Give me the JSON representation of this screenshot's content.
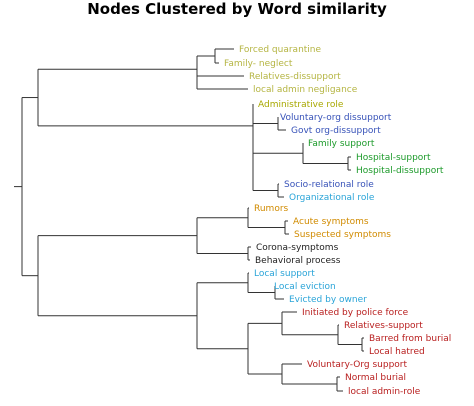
{
  "title": "Nodes Clustered by Word similarity",
  "colors": {
    "olive": "#b5b543",
    "gold": "#a8a800",
    "blue": "#3752b8",
    "green": "#1c9a2a",
    "cyan": "#2aa4d8",
    "orange": "#d18b00",
    "black": "#222222",
    "red": "#b81e1e"
  },
  "leaves": [
    {
      "label": "Forced quarantine",
      "color": "olive"
    },
    {
      "label": "Family- neglect",
      "color": "olive"
    },
    {
      "label": "Relatives-dissupport",
      "color": "olive"
    },
    {
      "label": "local admin negligance",
      "color": "olive"
    },
    {
      "label": "Administrative role",
      "color": "gold"
    },
    {
      "label": "Voluntary-org dissupport",
      "color": "blue"
    },
    {
      "label": "Govt org-dissupport",
      "color": "blue"
    },
    {
      "label": "Family support",
      "color": "green"
    },
    {
      "label": "Hospital-support",
      "color": "green"
    },
    {
      "label": "Hospital-dissupport",
      "color": "green"
    },
    {
      "label": "Socio-relational role",
      "color": "blue"
    },
    {
      "label": "Organizational role",
      "color": "cyan"
    },
    {
      "label": "Rumors",
      "color": "orange"
    },
    {
      "label": "Acute symptoms",
      "color": "orange"
    },
    {
      "label": "Suspected symptoms",
      "color": "orange"
    },
    {
      "label": "Corona-symptoms",
      "color": "black"
    },
    {
      "label": "Behavioral process",
      "color": "black"
    },
    {
      "label": "Local support",
      "color": "cyan"
    },
    {
      "label": "Local eviction",
      "color": "cyan"
    },
    {
      "label": "Evicted by owner",
      "color": "cyan"
    },
    {
      "label": "Initiated by police force",
      "color": "red"
    },
    {
      "label": "Relatives-support",
      "color": "red"
    },
    {
      "label": "Barred from burial",
      "color": "red"
    },
    {
      "label": "Local hatred",
      "color": "red"
    },
    {
      "label": "Voluntary-Org support",
      "color": "red"
    },
    {
      "label": "Normal burial",
      "color": "red"
    },
    {
      "label": "local admin-role",
      "color": "red"
    }
  ]
}
